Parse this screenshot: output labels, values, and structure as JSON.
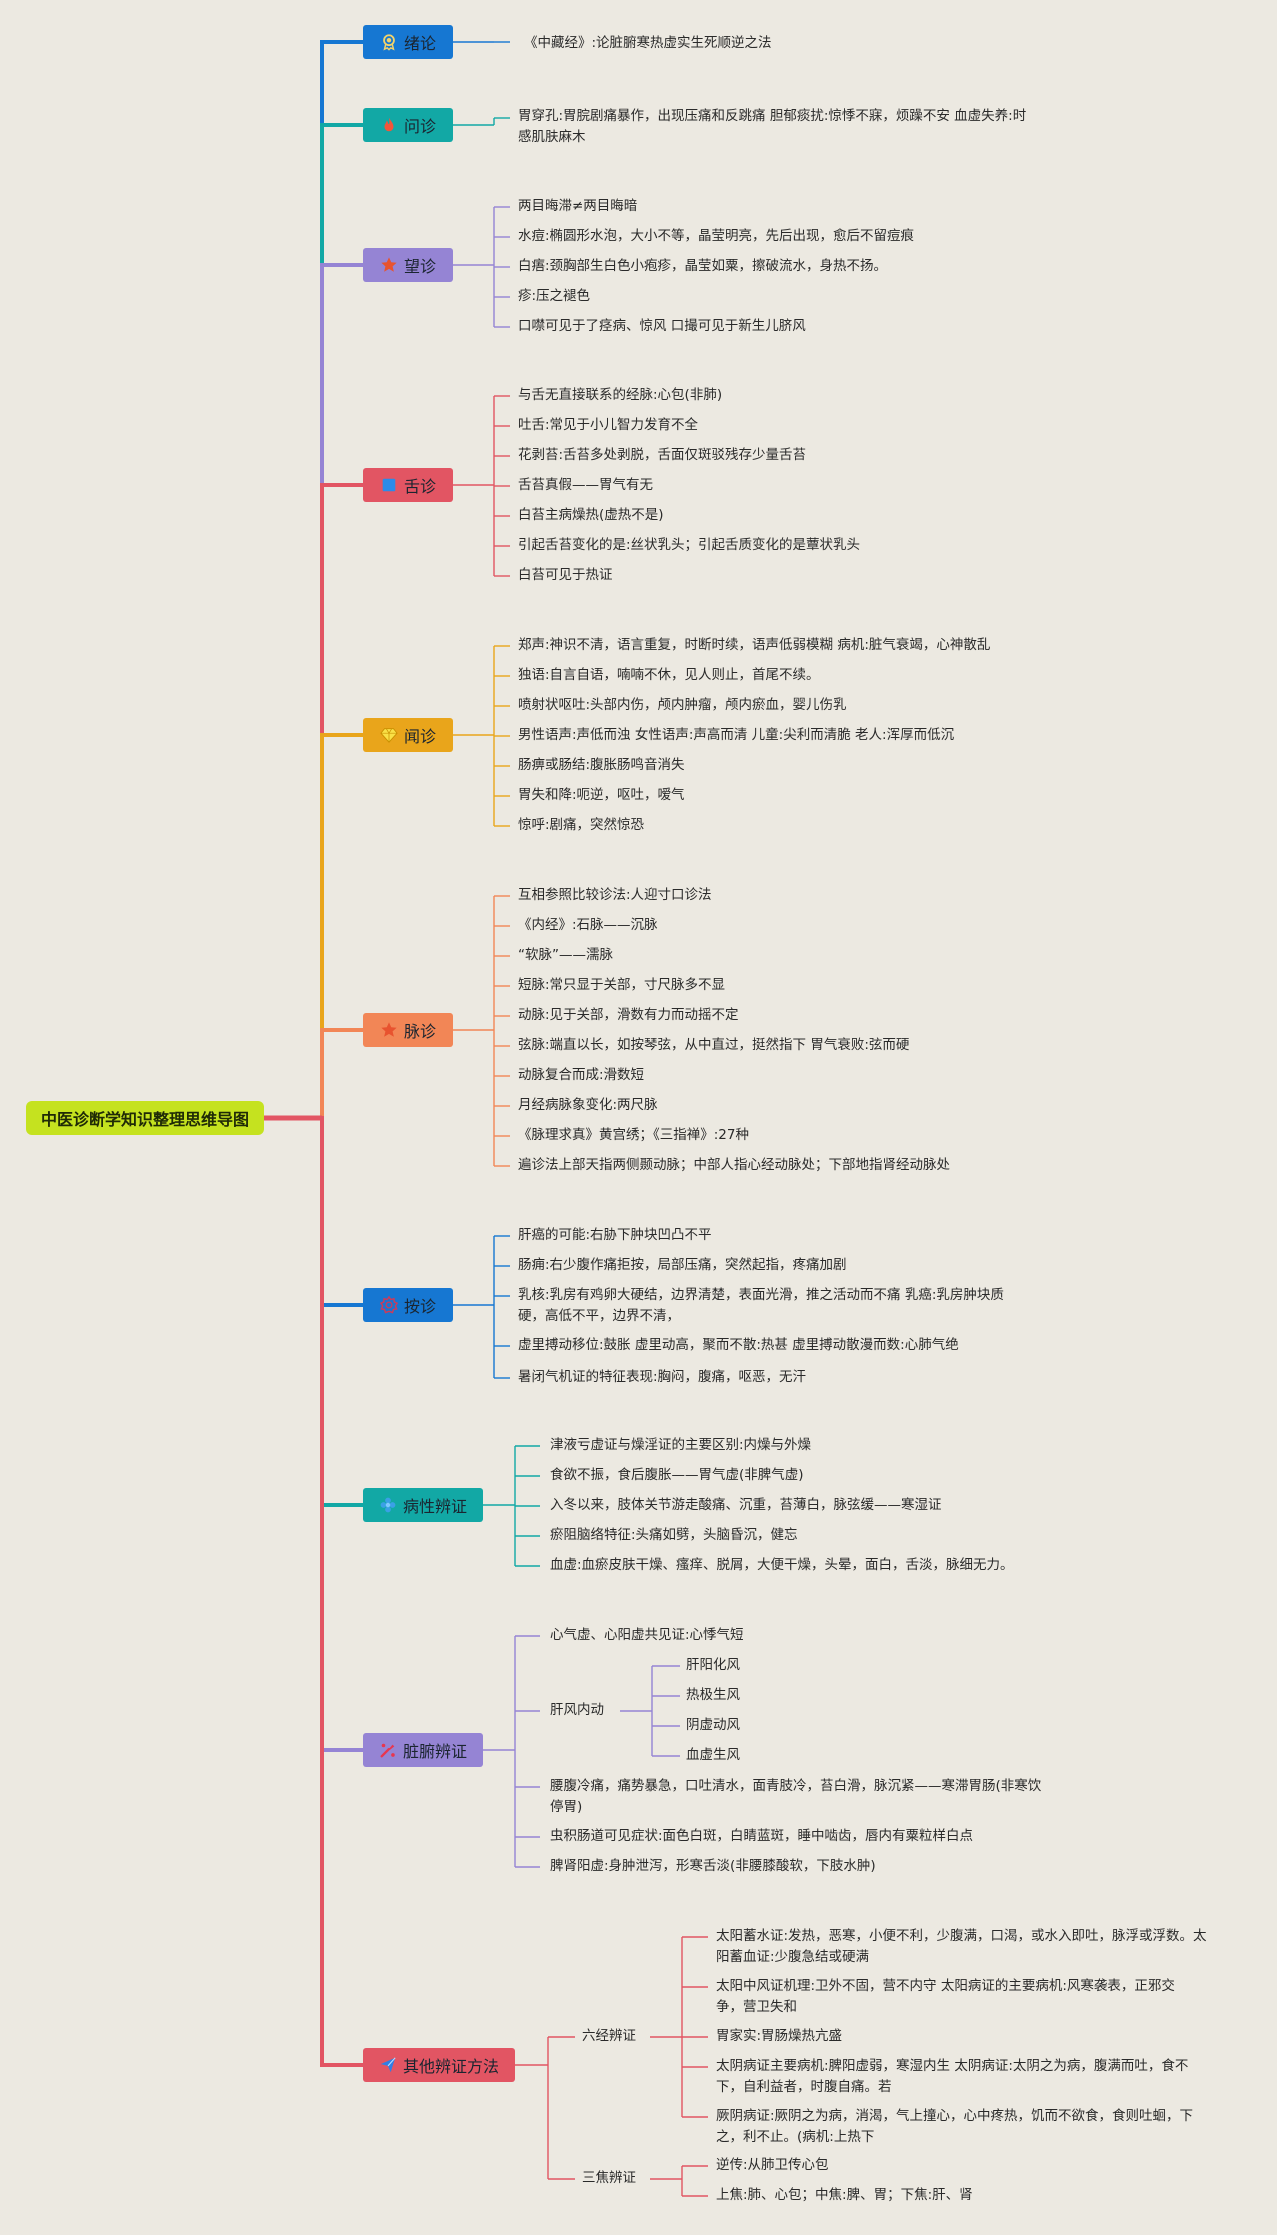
{
  "root": {
    "label": "中医诊断学知识整理思维导图"
  },
  "branches": [
    {
      "key": "intro",
      "label": "绪论",
      "color": "#1677d2",
      "icon": "award-icon",
      "items": [
        "《中藏经》:论脏腑寒热虚实生死顺逆之法"
      ]
    },
    {
      "key": "inquiry",
      "label": "问诊",
      "color": "#12a8a5",
      "icon": "flame-icon",
      "items": [
        "胃穿孔:胃脘剧痛暴作，出现压痛和反跳痛 胆郁痰扰:惊悸不寐，烦躁不安 血虚失养:时感肌肤麻木"
      ]
    },
    {
      "key": "inspection",
      "label": "望诊",
      "color": "#9584d4",
      "icon": "star-icon",
      "items": [
        "两目晦滞≠两目晦暗",
        "水痘:椭圆形水泡，大小不等，晶莹明亮，先后出现，愈后不留痘痕",
        "白痦:颈胸部生白色小疱疹，晶莹如粟，擦破流水，身热不扬。",
        "疹:压之褪色",
        "口噤可见于了痉病、惊风 口撮可见于新生儿脐风"
      ]
    },
    {
      "key": "tongue",
      "label": "舌诊",
      "color": "#e25563",
      "icon": "square-icon",
      "items": [
        "与舌无直接联系的经脉:心包(非肺)",
        "吐舌:常见于小儿智力发育不全",
        "花剥苔:舌苔多处剥脱，舌面仅斑驳残存少量舌苔",
        "舌苔真假——胃气有无",
        "白苔主病燥热(虚热不是)",
        "引起舌苔变化的是:丝状乳头；引起舌质变化的是蕈状乳头",
        "白苔可见于热证"
      ]
    },
    {
      "key": "auscultation",
      "label": "闻诊",
      "color": "#e9a51b",
      "icon": "diamond-icon",
      "items": [
        "郑声:神识不清，语言重复，时断时续，语声低弱模糊 病机:脏气衰竭，心神散乱",
        "独语:自言自语，喃喃不休，见人则止，首尾不续。",
        "喷射状呕吐:头部内伤，颅内肿瘤，颅内瘀血，婴儿伤乳",
        "男性语声:声低而浊 女性语声:声高而清 儿童:尖利而清脆 老人:浑厚而低沉",
        "肠痹或肠结:腹胀肠鸣音消失",
        "胃失和降:呃逆，呕吐，嗳气",
        "惊呼:剧痛，突然惊恐"
      ]
    },
    {
      "key": "pulse",
      "label": "脉诊",
      "color": "#f28656",
      "icon": "star-icon",
      "items": [
        "互相参照比较诊法:人迎寸口诊法",
        "《内经》:石脉——沉脉",
        "“软脉”——濡脉",
        "短脉:常只显于关部，寸尺脉多不显",
        "动脉:见于关部，滑数有力而动摇不定",
        "弦脉:端直以长，如按琴弦，从中直过，挺然指下 胃气衰败:弦而硬",
        "动脉复合而成:滑数短",
        "月经病脉象变化:两尺脉",
        "《脉理求真》黄宫绣；《三指禅》:27种",
        "遍诊法上部天指两侧颞动脉；中部人指心经动脉处；下部地指肾经动脉处"
      ]
    },
    {
      "key": "palpation",
      "label": "按诊",
      "color": "#1677d2",
      "icon": "badge-icon",
      "items": [
        "肝癌的可能:右胁下肿块凹凸不平",
        "肠痈:右少腹作痛拒按，局部压痛，突然起指，疼痛加剧",
        "乳核:乳房有鸡卵大硬结，边界清楚，表面光滑，推之活动而不痛 乳癌:乳房肿块质硬，高低不平，边界不清，",
        "虚里搏动移位:鼓胀 虚里动高，聚而不散:热甚 虚里搏动散漫而数:心肺气绝",
        "暑闭气机证的特征表现:胸闷，腹痛，呕恶，无汗"
      ]
    },
    {
      "key": "nature",
      "label": "病性辨证",
      "color": "#12a8a5",
      "icon": "flower-icon",
      "items": [
        "津液亏虚证与燥淫证的主要区别:内燥与外燥",
        "食欲不振，食后腹胀——胃气虚(非脾气虚)",
        "入冬以来，肢体关节游走酸痛、沉重，苔薄白，脉弦缓——寒湿证",
        "瘀阻脑络特征:头痛如劈，头脑昏沉，健忘",
        "血虚:血瘀皮肤干燥、瘙痒、脱屑，大便干燥，头晕，面白，舌淡，脉细无力。"
      ]
    },
    {
      "key": "organ",
      "label": "脏腑辨证",
      "color": "#9584d4",
      "icon": "tools-icon",
      "items": [
        "心气虚、心阳虚共见证:心悸气短",
        "肝风内动",
        "腰腹冷痛，痛势暴急，口吐清水，面青肢冷，苔白滑，脉沉紧——寒滞胃肠(非寒饮停胃)",
        "虫积肠道可见症状:面色白斑，白睛蓝斑，睡中啮齿，唇内有粟粒样白点",
        "脾肾阳虚:身肿泄泻，形寒舌淡(非腰膝酸软，下肢水肿)"
      ],
      "sub_items": [
        "肝阳化风",
        "热极生风",
        "阴虚动风",
        "血虚生风"
      ]
    },
    {
      "key": "other",
      "label": "其他辨证方法",
      "color": "#e25563",
      "icon": "send-icon",
      "groups": [
        {
          "label": "六经辨证",
          "items": [
            "太阳蓄水证:发热，恶寒，小便不利，少腹满，口渴，或水入即吐，脉浮或浮数。太阳蓄血证:少腹急结或硬满",
            "太阳中风证机理:卫外不固，营不内守 太阳病证的主要病机:风寒袭表，正邪交争，营卫失和",
            "胃家实:胃肠燥热亢盛",
            "太阴病证主要病机:脾阳虚弱，寒湿内生 太阴病证:太阴之为病，腹满而吐，食不下，自利益者，时腹自痛。若",
            "厥阴病证:厥阴之为病，消渴，气上撞心，心中疼热，饥而不欲食，食则吐蛔，下之，利不止。(病机:上热下"
          ]
        },
        {
          "label": "三焦辨证",
          "items": [
            "逆传:从肺卫传心包",
            "上焦:肺、心包；中焦:脾、胃；下焦:肝、肾"
          ]
        }
      ]
    }
  ]
}
